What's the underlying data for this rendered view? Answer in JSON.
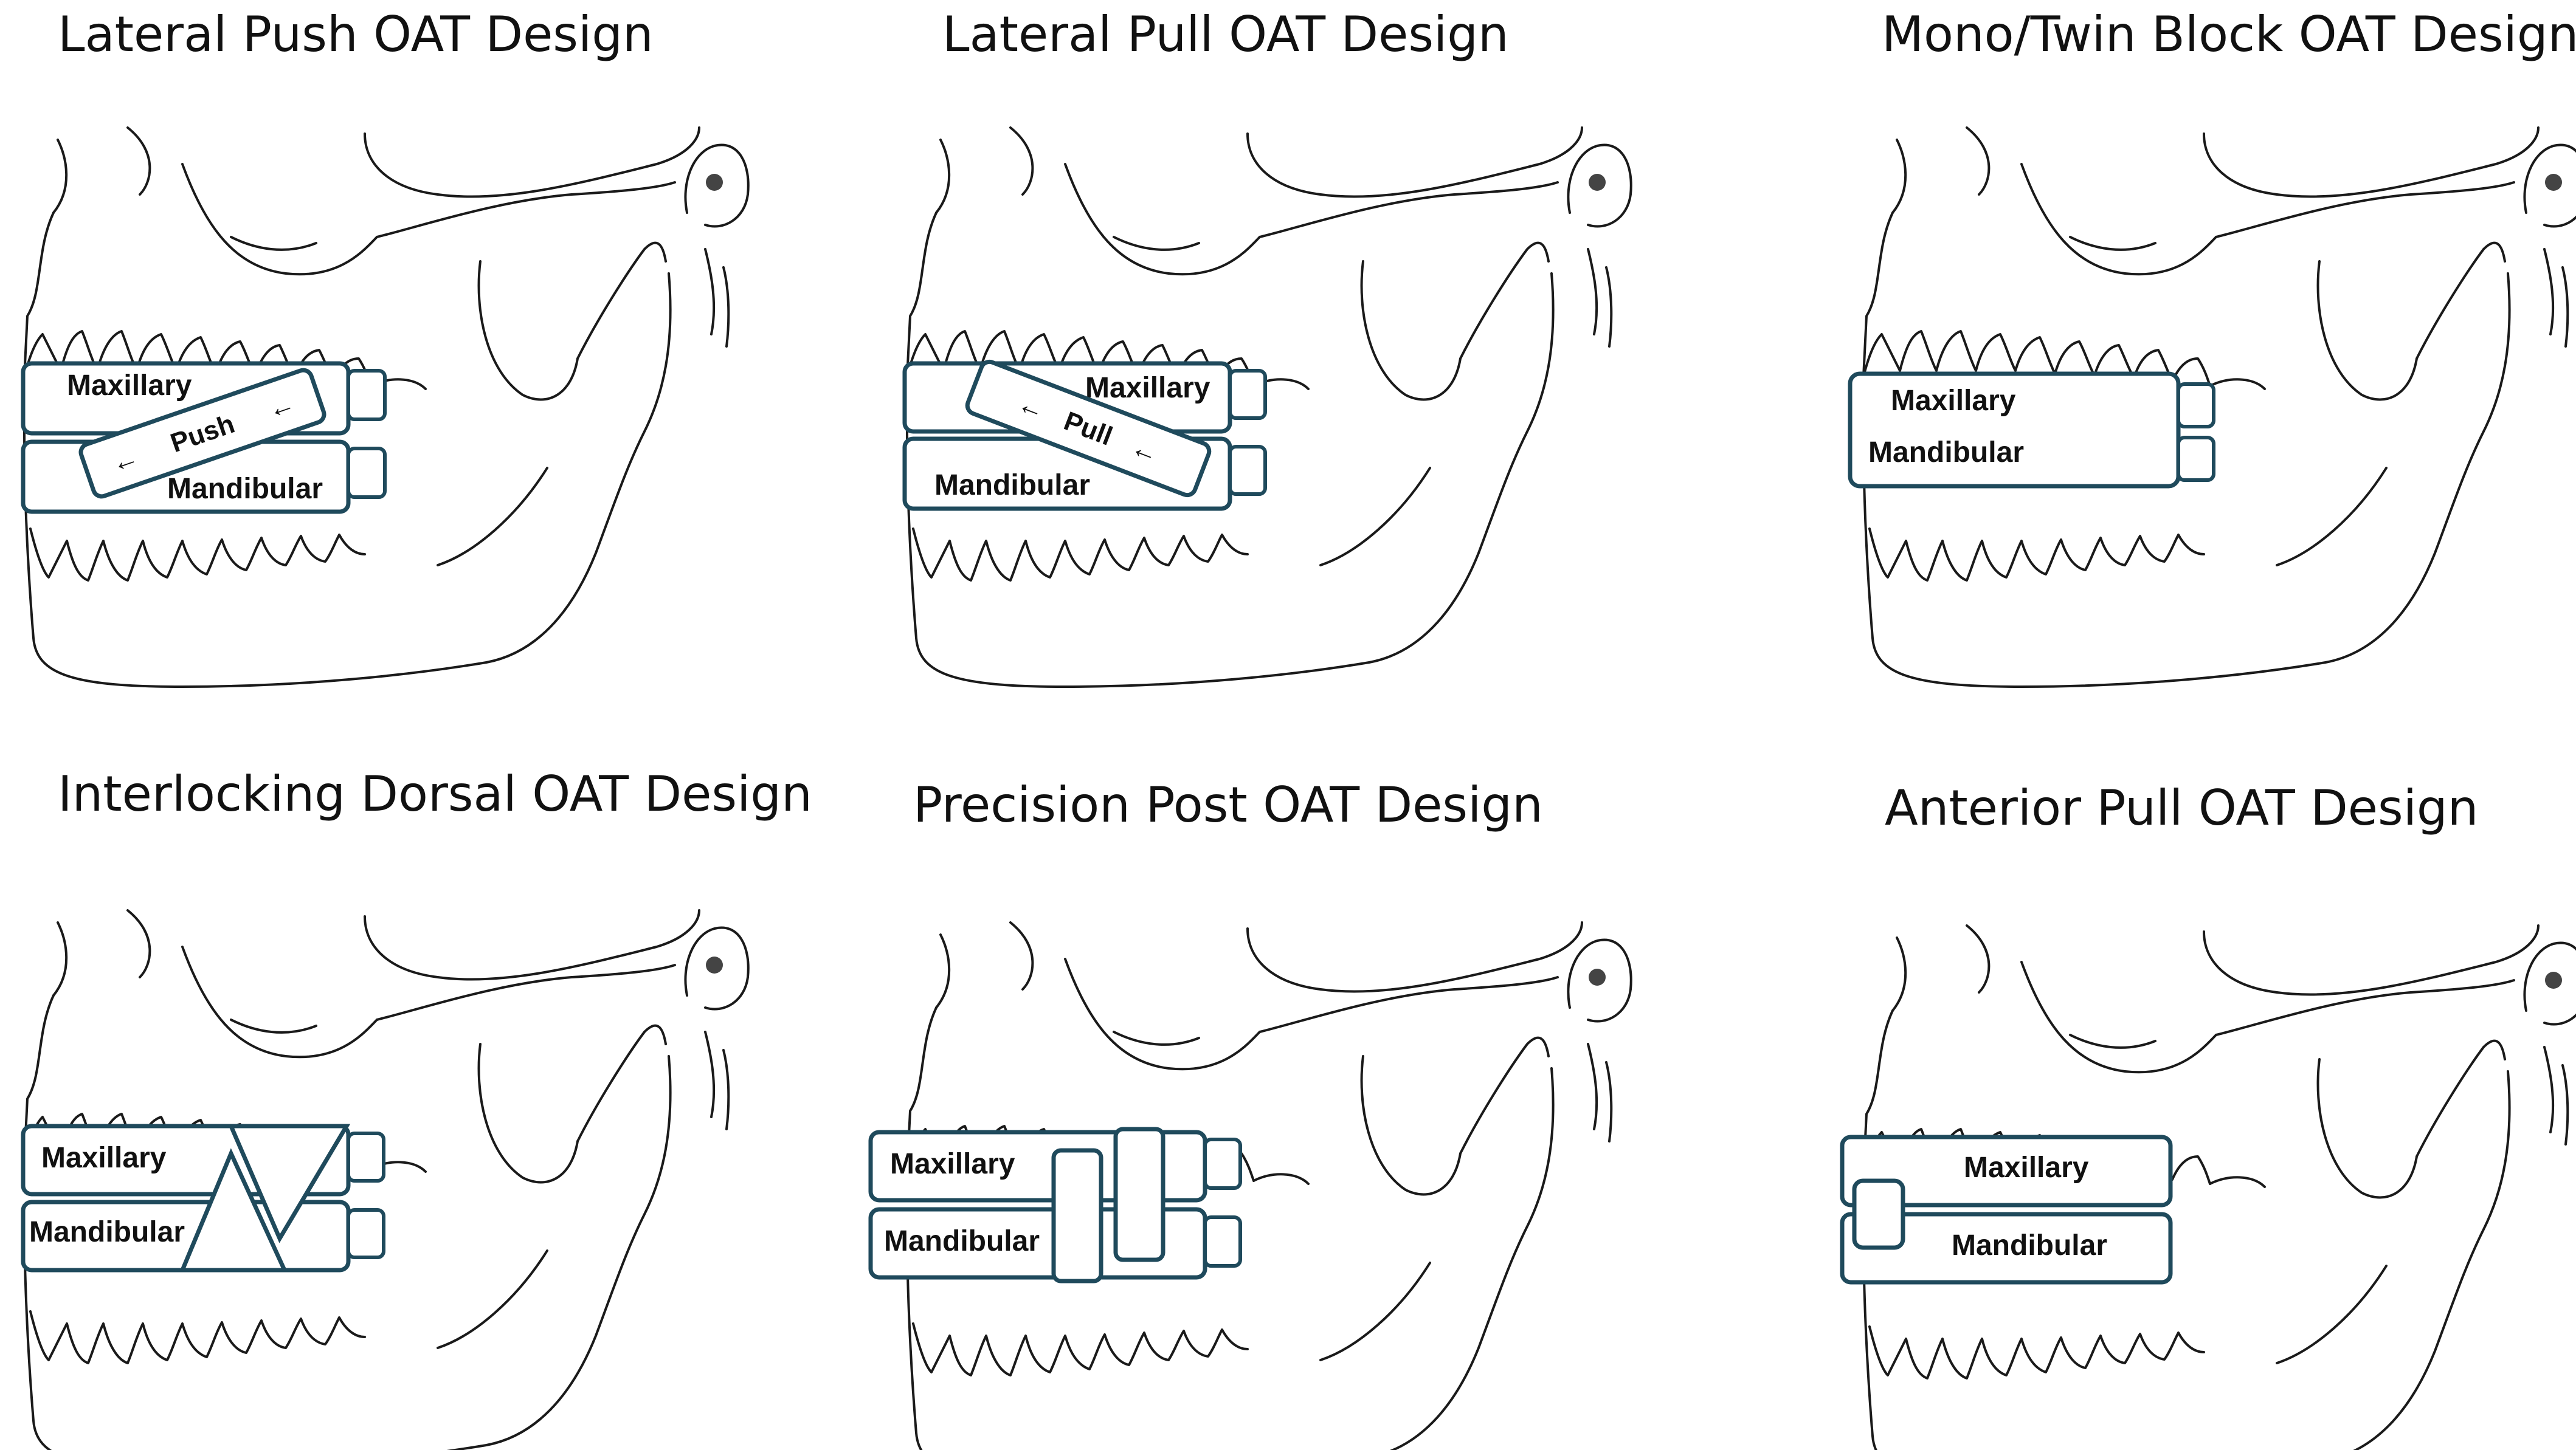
{
  "panels": [
    {
      "title": "Lateral Push OAT Design",
      "maxillary": "Maxillary",
      "mandibular": "Mandibular",
      "tag": "Push"
    },
    {
      "title": "Lateral Pull OAT Design",
      "maxillary": "Maxillary",
      "mandibular": "Mandibular",
      "tag": "Pull"
    },
    {
      "title": "Mono/Twin Block OAT Design",
      "maxillary": "Maxillary",
      "mandibular": "Mandibular"
    },
    {
      "title": "Interlocking Dorsal OAT Design",
      "maxillary": "Maxillary",
      "mandibular": "Mandibular"
    },
    {
      "title": "Precision Post OAT Design",
      "maxillary": "Maxillary",
      "mandibular": "Mandibular"
    },
    {
      "title": "Anterior Pull OAT Design",
      "maxillary": "Maxillary",
      "mandibular": "Mandibular"
    }
  ],
  "colors": {
    "appliance_outline": "#1f4a5c",
    "line_art": "#1a1a1a",
    "background": "#ffffff"
  }
}
